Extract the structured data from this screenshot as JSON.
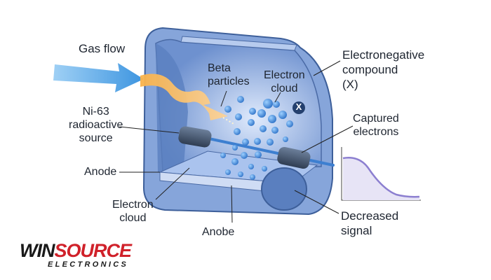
{
  "labels": {
    "gas_flow": "Gas flow",
    "beta_particles": [
      "Beta",
      "particles"
    ],
    "electron_cloud_top": [
      "Electron",
      "cloud"
    ],
    "electronegative_compound": [
      "Electronegative",
      "compound",
      "(X)"
    ],
    "ni63_source": [
      "Ni-63",
      "radioactive",
      "source"
    ],
    "captured_electrons": [
      "Captured",
      "electrons"
    ],
    "anode": "Anode",
    "electron_cloud_bottom": [
      "Electron",
      "cloud"
    ],
    "anobe": "Anobe",
    "decreased_signal": [
      "Decreased",
      "signal"
    ],
    "x_marker": "X"
  },
  "logo": {
    "text_a": "WIN",
    "text_b": "SOURCE",
    "subtitle": "ELECTRONICS"
  },
  "colors": {
    "shell": "#7f9fd6",
    "cavity": "#5f86c6",
    "bubble": "#3b82d6",
    "beam": "#f7a93c",
    "flow": "#4aa3e8",
    "brand_red": "#d0212a"
  }
}
